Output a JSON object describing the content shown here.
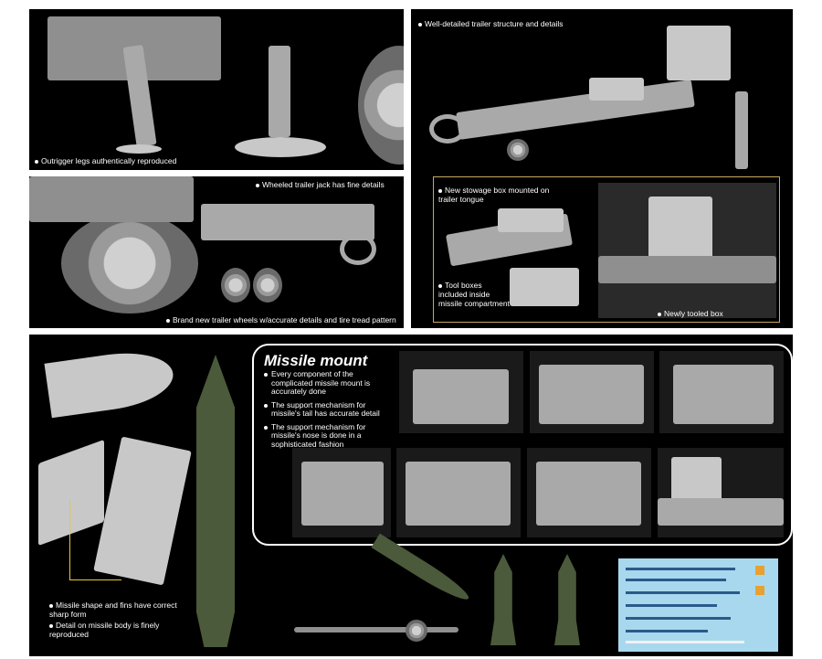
{
  "captions": {
    "outrigger": "Outrigger legs authentically reproduced",
    "trailer_structure": "Well-detailed trailer structure and details",
    "jack": "Wheeled trailer jack has fine details",
    "wheels": "Brand new trailer wheels w/accurate details and tire tread pattern",
    "stowage": "New stowage box mounted on trailer tongue",
    "toolboxes": "Tool boxes included inside missile compartment",
    "newly_tooled": "Newly tooled box",
    "missile_shape": "Missile shape and fins have correct sharp form",
    "missile_detail": "Detail on missile body is finely reproduced"
  },
  "missile_mount": {
    "title": "Missile mount",
    "items": [
      "Every component of the complicated missile mount is accurately done",
      "The support mechanism for missile's tail has accurate detail",
      "The support mechanism for missile's nose is done in a sophisticated fashion"
    ]
  },
  "colors": {
    "model_grey": "#a9a9a9",
    "panel_bg": "#000000",
    "missile_green": "#4a5a3a",
    "decal_blue": "#a8d8ee",
    "frame_gold": "#c8a860"
  }
}
